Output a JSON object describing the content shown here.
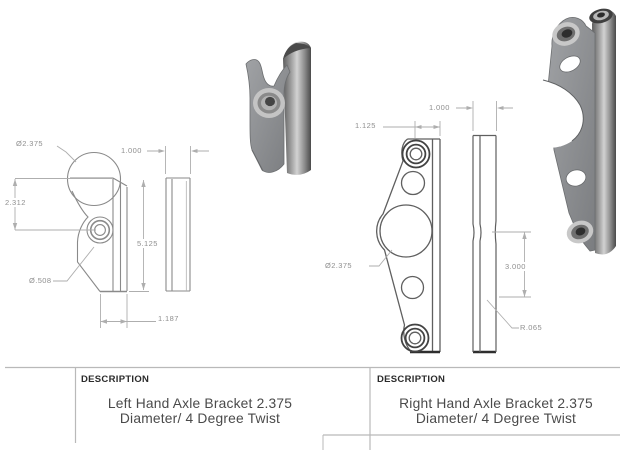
{
  "document_type": "engineering-drawing",
  "left_sheet": {
    "view": "left-hand-axle-bracket-2d-views",
    "dims": {
      "tube_diameter": "Ø2.375",
      "vertical_offset": "2.312",
      "hole_diameter": "Ø.508",
      "thickness": "1.000",
      "overall_height": "5.125",
      "base_width": "1.187"
    },
    "title_block": {
      "header": "DESCRIPTION",
      "line1": "Left Hand Axle Bracket 2.375",
      "line2": "Diameter/ 4 Degree Twist"
    }
  },
  "right_sheet": {
    "view": "right-hand-axle-bracket-2d-views",
    "dims": {
      "top_width": "1.125",
      "thickness": "1.000",
      "tube_diameter": "Ø2.375",
      "offset_height": "3.000",
      "bend_radius": "R.065"
    },
    "title_block": {
      "header": "DESCRIPTION",
      "line1": "Right Hand Axle Bracket 2.375",
      "line2": "Diameter/ 4 Degree Twist"
    }
  },
  "colors": {
    "outline_gray": "#8a8a8a",
    "dark_outline": "#4a4a4a",
    "dim_gray": "#a9a9a9",
    "table_line": "#b9b9b9",
    "render_plate": "#909296",
    "render_highlight": "#d4d4d4",
    "render_shadow": "#4e4e4e"
  }
}
